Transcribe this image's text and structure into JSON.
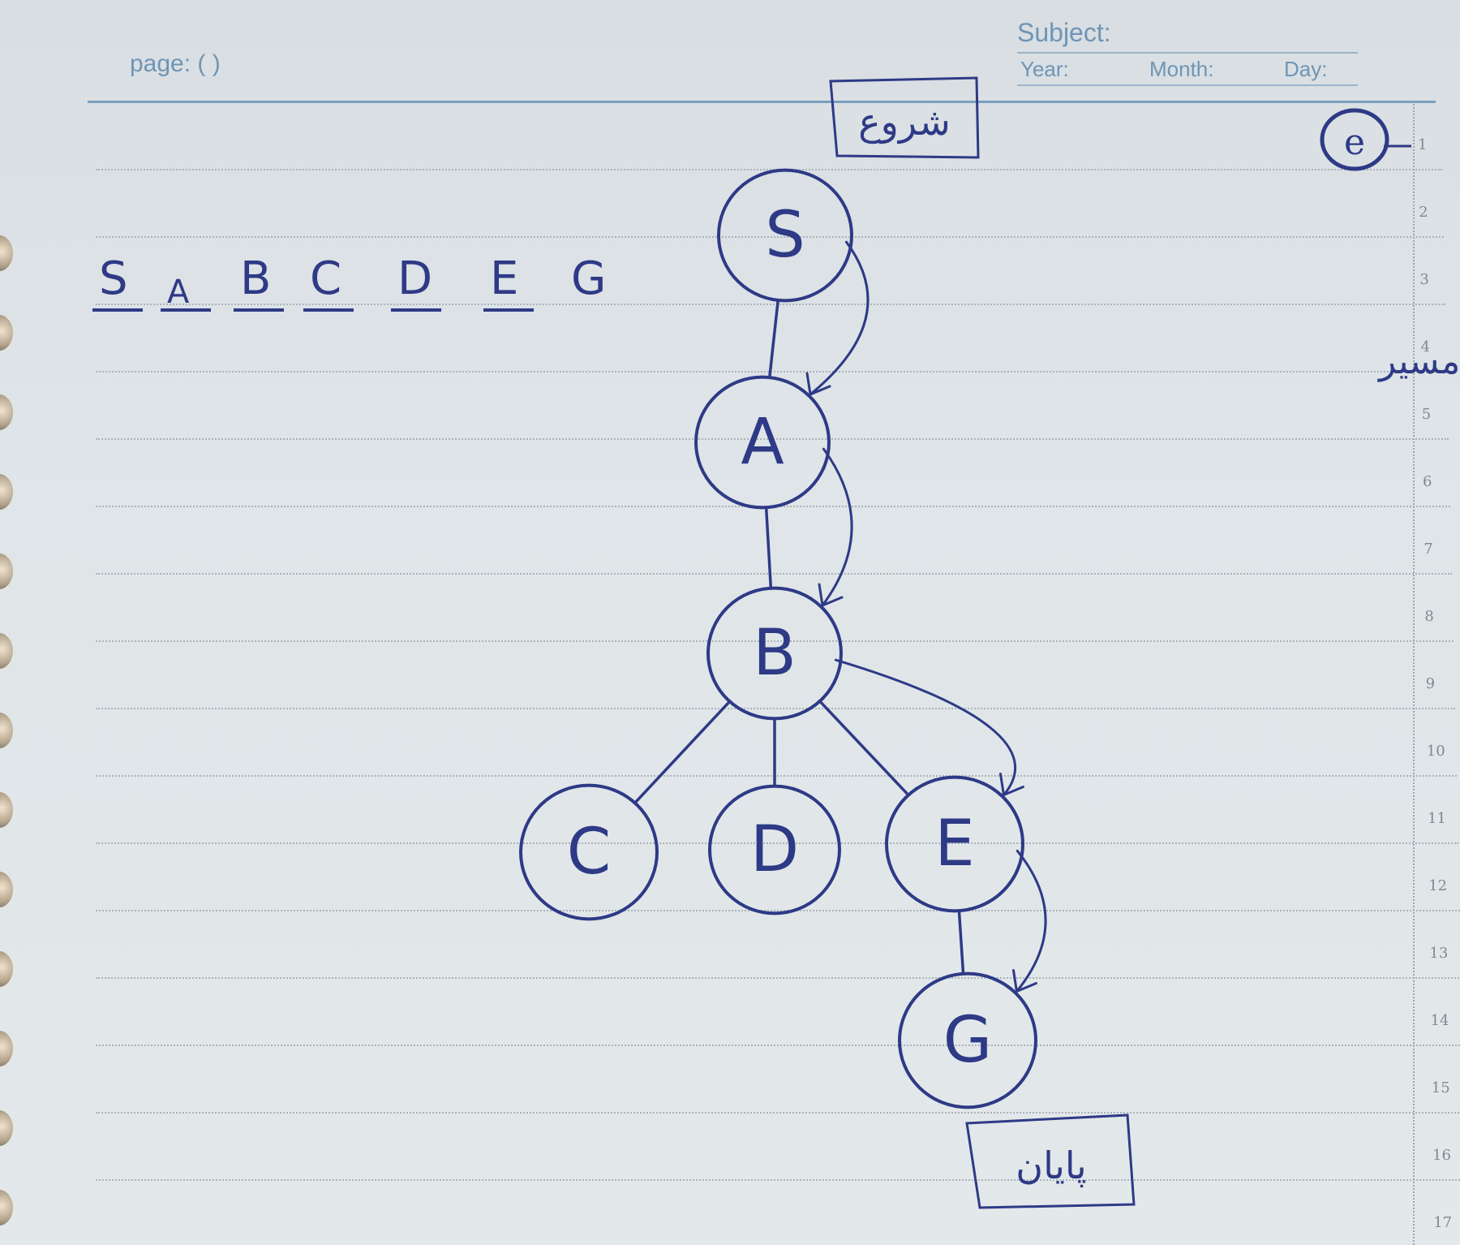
{
  "header": {
    "page_label": "page: (     )",
    "subject_label": "Subject:",
    "year_label": "Year:",
    "month_label": "Month:",
    "day_label": "Day:"
  },
  "line_numbers": [
    "1",
    "2",
    "3",
    "4",
    "5",
    "6",
    "7",
    "8",
    "9",
    "10",
    "11",
    "12",
    "13",
    "14",
    "15",
    "16",
    "17"
  ],
  "sequence": {
    "items": [
      "S",
      "A",
      "B",
      "C",
      "D",
      "E",
      "G"
    ],
    "underlined": [
      true,
      true,
      true,
      true,
      true,
      true,
      false
    ]
  },
  "annotations": {
    "start_box": "شروع",
    "end_box": "پایان",
    "note": "تعداد مسیر: یک مسیر",
    "corner_mark": "e"
  },
  "diagram": {
    "nodes": [
      {
        "id": "S",
        "label": "S"
      },
      {
        "id": "A",
        "label": "A"
      },
      {
        "id": "B",
        "label": "B"
      },
      {
        "id": "C",
        "label": "C"
      },
      {
        "id": "D",
        "label": "D"
      },
      {
        "id": "E",
        "label": "E"
      },
      {
        "id": "G",
        "label": "G"
      }
    ],
    "edges": [
      [
        "S",
        "A"
      ],
      [
        "A",
        "B"
      ],
      [
        "B",
        "C"
      ],
      [
        "B",
        "D"
      ],
      [
        "B",
        "E"
      ],
      [
        "E",
        "G"
      ]
    ],
    "traversal_arrows": [
      [
        "S",
        "A"
      ],
      [
        "A",
        "B"
      ],
      [
        "B",
        "E"
      ],
      [
        "E",
        "G"
      ]
    ]
  },
  "colors": {
    "ink": "#2e3a86",
    "print": "#6f95b6",
    "paper": "#dfe5e8"
  }
}
